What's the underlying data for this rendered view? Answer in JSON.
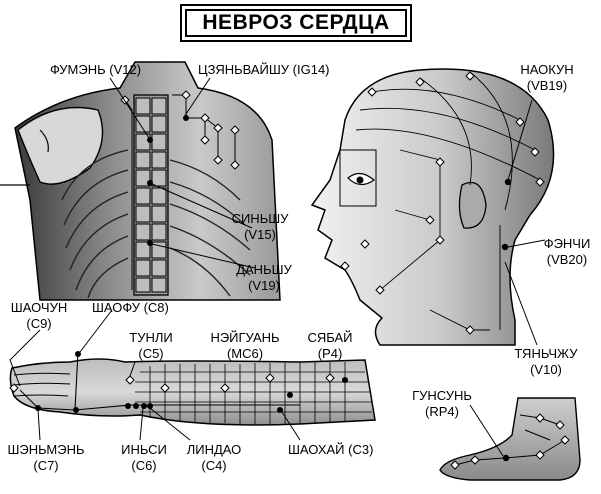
{
  "title": "НЕВРОЗ СЕРДЦА",
  "points": [
    {
      "id": "fumen",
      "name": "ФУМЭНЬ (V12)",
      "code": ""
    },
    {
      "id": "tszyan",
      "name": "ЦЗЯНЬВАЙШУ (IG14)",
      "code": ""
    },
    {
      "id": "naokun",
      "name": "НАОКУН",
      "code": "(VB19)"
    },
    {
      "id": "sinshu",
      "name": "СИНЬШУ",
      "code": "(V15)"
    },
    {
      "id": "danshu",
      "name": "ДАНЬШУ",
      "code": "(V19)"
    },
    {
      "id": "fenchi",
      "name": "ФЭНЧИ",
      "code": "(VB20)"
    },
    {
      "id": "shaochun",
      "name": "ШАОЧУН",
      "code": "(C9)"
    },
    {
      "id": "shaofu",
      "name": "ШАОФУ (C8)",
      "code": ""
    },
    {
      "id": "tunli",
      "name": "ТУНЛИ",
      "code": "(C5)"
    },
    {
      "id": "neiguan",
      "name": "НЭЙГУАНЬ",
      "code": "(MC6)"
    },
    {
      "id": "syabai",
      "name": "СЯБАЙ",
      "code": "(P4)"
    },
    {
      "id": "tyanchzhu",
      "name": "ТЯНЬЧЖУ",
      "code": "(V10)"
    },
    {
      "id": "gunsun",
      "name": "ГУНСУНЬ",
      "code": "(RP4)"
    },
    {
      "id": "shenmen",
      "name": "ШЭНЬМЭНЬ",
      "code": "(C7)"
    },
    {
      "id": "insi",
      "name": "ИНЬСИ",
      "code": "(C6)"
    },
    {
      "id": "lindao",
      "name": "ЛИНДАО",
      "code": "(C4)"
    },
    {
      "id": "shaohai",
      "name": "ШАОХАЙ (C3)",
      "code": ""
    }
  ]
}
